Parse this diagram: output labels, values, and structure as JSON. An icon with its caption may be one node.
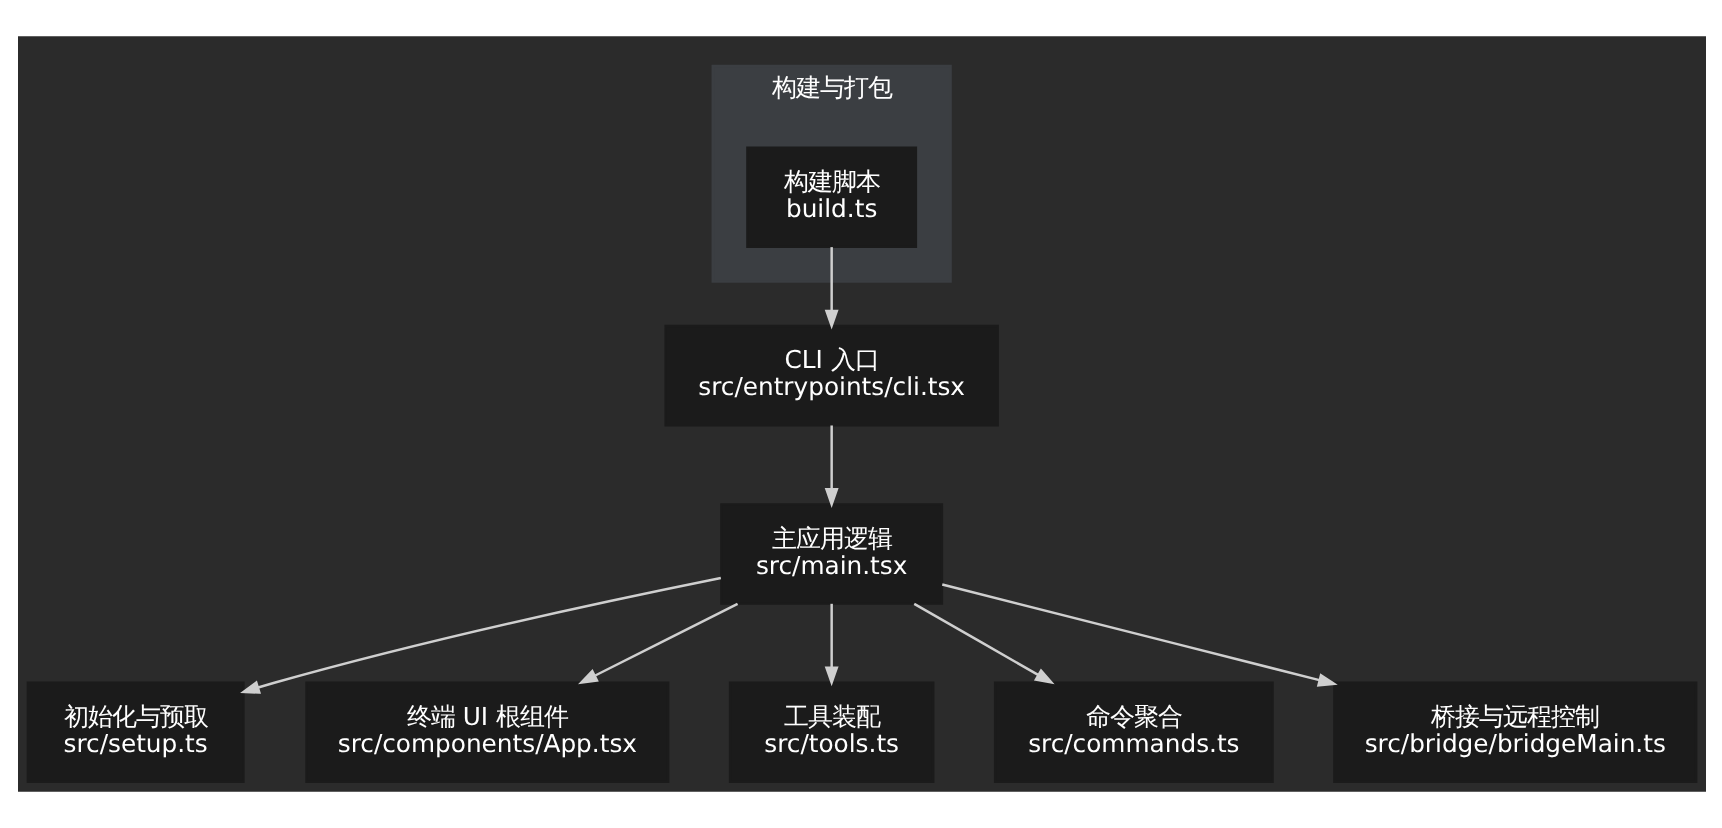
{
  "diagram": {
    "nodes": [
      {
        "text": [
          "构建与打包"
        ]
      },
      {
        "text": [
          "构建脚本",
          "build.ts"
        ],
        "in": 0
      },
      {
        "text": [
          "CLI 入口",
          "src/entrypoints/cli.tsx"
        ]
      },
      {
        "text": [
          "主应用逻辑",
          "src/main.tsx"
        ]
      },
      {
        "text": [
          "初始化与预取",
          "src/setup.ts"
        ]
      },
      {
        "text": [
          "终端 UI 根组件",
          "src/components/App.tsx"
        ]
      },
      {
        "text": [
          "工具装配",
          "src/tools.ts"
        ]
      },
      {
        "text": [
          "命令聚合",
          "src/commands.ts"
        ]
      },
      {
        "text": [
          "桥接与远程控制",
          "src/bridge/bridgeMain.ts"
        ]
      }
    ],
    "edges": [
      {
        "from": 1,
        "to": 2,
        "arrow": "to"
      },
      {
        "from": 2,
        "to": 3,
        "arrow": "to"
      },
      {
        "from": 3,
        "to": 4,
        "arrow": "to"
      },
      {
        "from": 3,
        "to": 5,
        "arrow": "to"
      },
      {
        "from": 3,
        "to": 6,
        "arrow": "to"
      },
      {
        "from": 3,
        "to": 7,
        "arrow": "to"
      },
      {
        "from": 3,
        "to": 8,
        "arrow": "to"
      }
    ]
  }
}
